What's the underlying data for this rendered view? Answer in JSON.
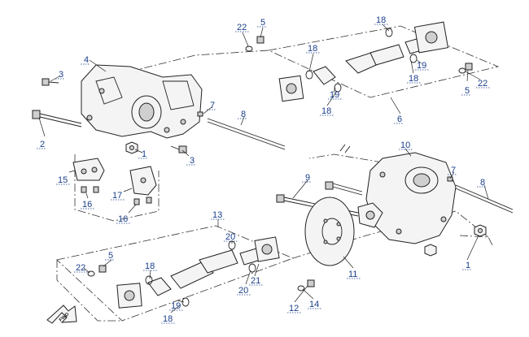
{
  "callouts": [
    {
      "id": "c1a",
      "label": "1"
    },
    {
      "id": "c1b",
      "label": "1"
    },
    {
      "id": "c2",
      "label": "2"
    },
    {
      "id": "c3a",
      "label": "3"
    },
    {
      "id": "c3b",
      "label": "3"
    },
    {
      "id": "c4",
      "label": "4"
    },
    {
      "id": "c5a",
      "label": "5"
    },
    {
      "id": "c5b",
      "label": "5"
    },
    {
      "id": "c5c",
      "label": "5"
    },
    {
      "id": "c6",
      "label": "6"
    },
    {
      "id": "c7a",
      "label": "7"
    },
    {
      "id": "c7b",
      "label": "7"
    },
    {
      "id": "c8a",
      "label": "8"
    },
    {
      "id": "c8b",
      "label": "8"
    },
    {
      "id": "c9",
      "label": "9"
    },
    {
      "id": "c10",
      "label": "10"
    },
    {
      "id": "c11",
      "label": "11"
    },
    {
      "id": "c12",
      "label": "12"
    },
    {
      "id": "c13",
      "label": "13"
    },
    {
      "id": "c14",
      "label": "14"
    },
    {
      "id": "c15",
      "label": "15"
    },
    {
      "id": "c16a",
      "label": "16"
    },
    {
      "id": "c16b",
      "label": "16"
    },
    {
      "id": "c17",
      "label": "17"
    },
    {
      "id": "c18a",
      "label": "18"
    },
    {
      "id": "c18b",
      "label": "18"
    },
    {
      "id": "c18c",
      "label": "18"
    },
    {
      "id": "c18d",
      "label": "18"
    },
    {
      "id": "c18e",
      "label": "18"
    },
    {
      "id": "c18f",
      "label": "18"
    },
    {
      "id": "c19a",
      "label": "19"
    },
    {
      "id": "c19b",
      "label": "19"
    },
    {
      "id": "c19c",
      "label": "19"
    },
    {
      "id": "c20a",
      "label": "20"
    },
    {
      "id": "c20b",
      "label": "20"
    },
    {
      "id": "c21",
      "label": "21"
    },
    {
      "id": "c22a",
      "label": "22"
    },
    {
      "id": "c22b",
      "label": "22"
    },
    {
      "id": "c22c",
      "label": "22"
    }
  ],
  "fwd_arrow": {
    "label": "FWD"
  }
}
